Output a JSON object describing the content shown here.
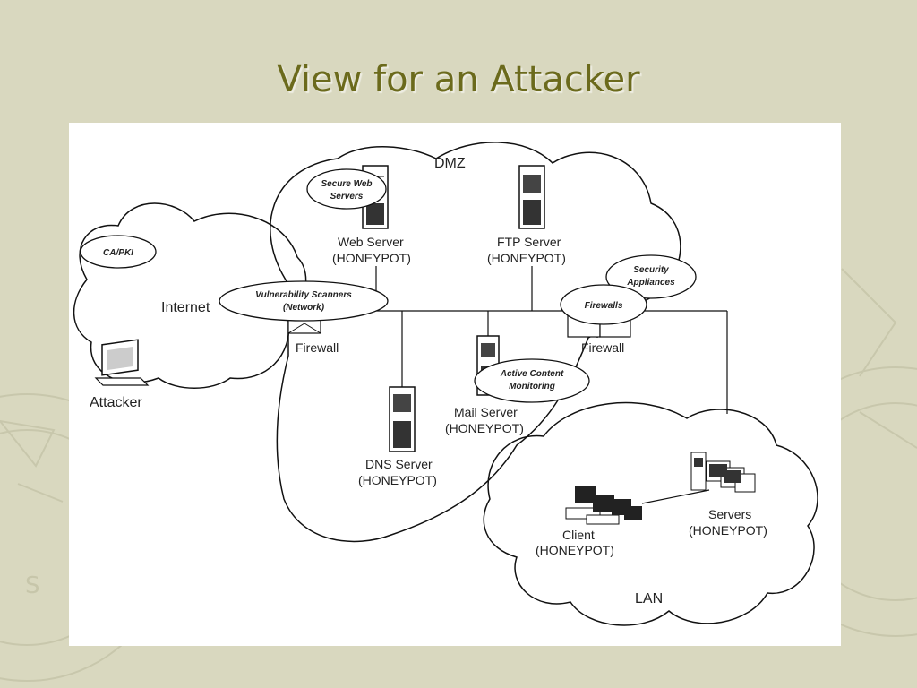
{
  "slide": {
    "title": "View for an Attacker"
  },
  "diagram": {
    "zones": {
      "dmz": "DMZ",
      "internet": "Internet",
      "lan": "LAN"
    },
    "nodes": {
      "web_server": {
        "name": "Web Server",
        "tag": "(HONEYPOT)"
      },
      "ftp_server": {
        "name": "FTP Server",
        "tag": "(HONEYPOT)"
      },
      "mail_server": {
        "name": "Mail Server",
        "tag": "(HONEYPOT)"
      },
      "dns_server": {
        "name": "DNS Server",
        "tag": "(HONEYPOT)"
      },
      "client": {
        "name": "Client",
        "tag": "(HONEYPOT)"
      },
      "servers": {
        "name": "Servers",
        "tag": "(HONEYPOT)"
      },
      "attacker": {
        "name": "Attacker"
      },
      "firewall_left": {
        "name": "Firewall"
      },
      "firewall_right": {
        "name": "Firewall"
      }
    },
    "callouts": {
      "ca_pki": "CA/PKI",
      "secure_web_servers": [
        "Secure Web",
        "Servers"
      ],
      "vulnerability_scanners": [
        "Vulnerability Scanners",
        "(Network)"
      ],
      "security_appliances": [
        "Security",
        "Appliances"
      ],
      "firewalls": "Firewalls",
      "active_content_monitoring": [
        "Active Content",
        "Monitoring"
      ]
    }
  }
}
